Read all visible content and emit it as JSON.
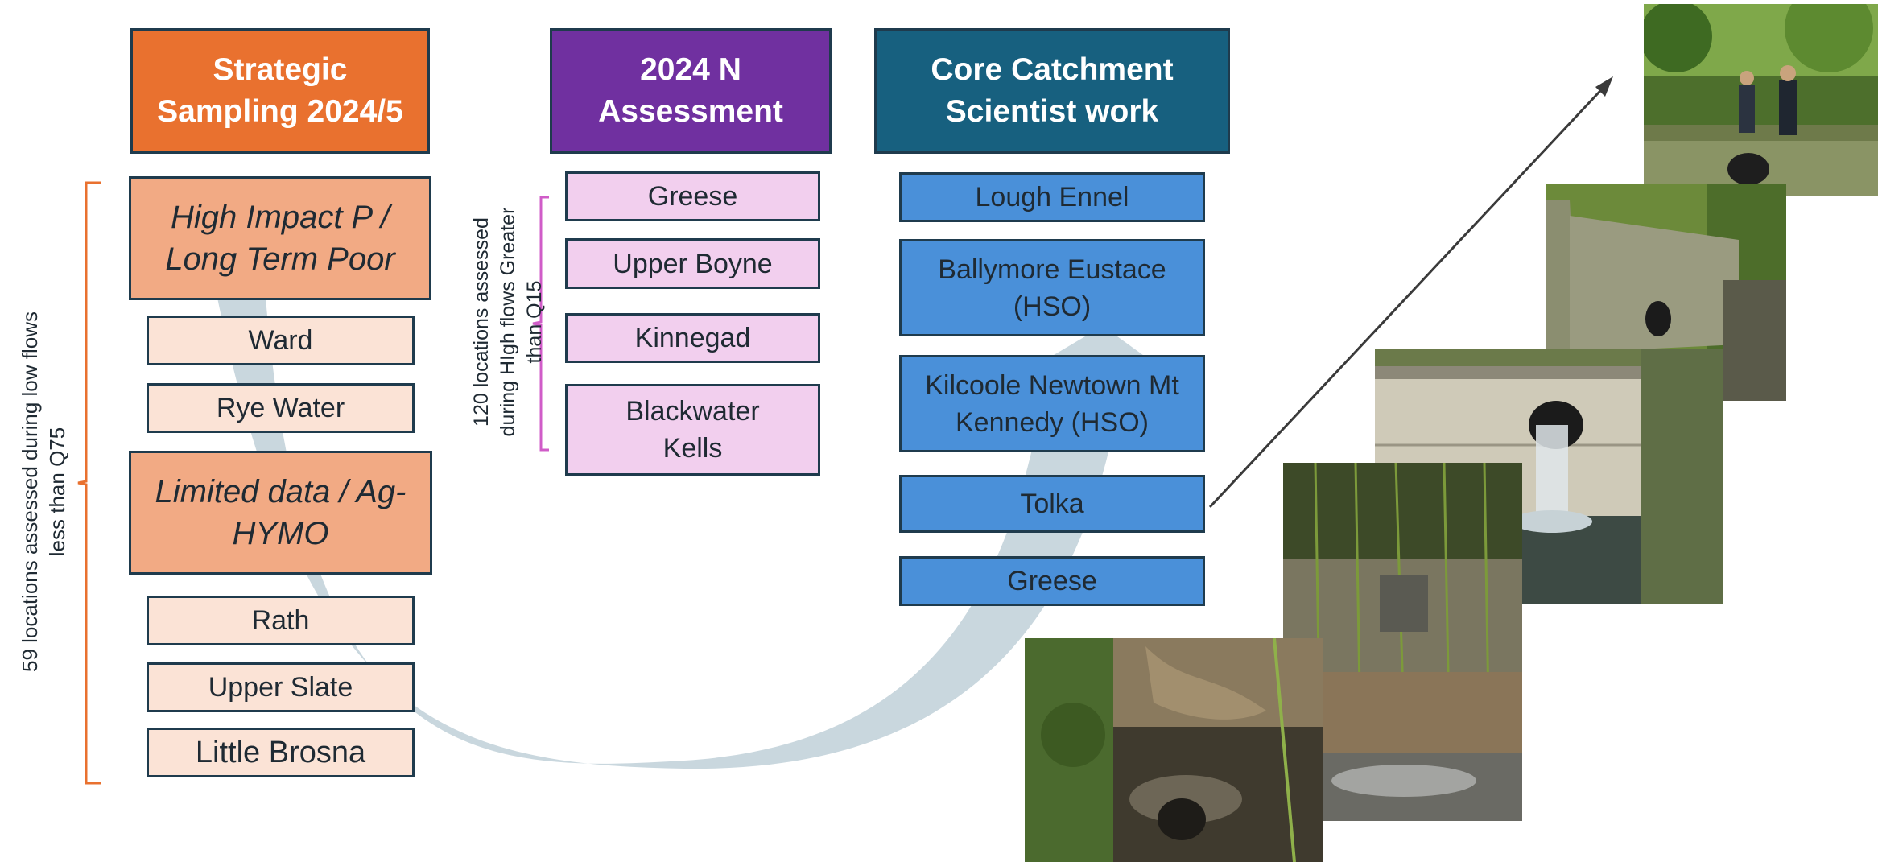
{
  "columns": [
    {
      "header": "Strategic\nSampling 2024/5",
      "header_color": "#e9712f",
      "bracket_label": "59 locations assessed during low flows\nless than Q75",
      "bracket_color": "#e9712f",
      "groups": [
        {
          "title": "High Impact P /\nLong Term Poor",
          "items": [
            "Ward",
            "Rye Water"
          ]
        },
        {
          "title": "Limited data / Ag-\nHYMO",
          "items": [
            "Rath",
            "Upper Slate",
            "Little Brosna"
          ]
        }
      ]
    },
    {
      "header": "2024 N\nAssessment",
      "header_color": "#7030a0",
      "bracket_label": "120  locations assessed\nduring HIgh flows Greater\nthan Q15",
      "bracket_color": "#d05cc8",
      "items": [
        "Greese",
        "Upper Boyne",
        "Kinnegad",
        "Blackwater\nKells"
      ]
    },
    {
      "header": "Core Catchment\nScientist work",
      "header_color": "#17607f",
      "items": [
        "Lough Ennel",
        "Ballymore Eustace\n(HSO)",
        "Kilcoole Newtown Mt\nKennedy (HSO)",
        "Tolka",
        "Greese"
      ]
    }
  ],
  "icons": {
    "flow_arrow": "curved-arrow-icon",
    "pointer_arrow": "pointer-arrow-icon"
  },
  "colors": {
    "box_border": "#1f3b4d",
    "large_box": "#f2aa84",
    "small_box": "#fbe3d6",
    "pink_box": "#f2cfee",
    "blue_box": "#4a90d9",
    "flow_arrow": "#b7c9d3"
  },
  "photos": [
    "site-photo-outfall-people",
    "site-photo-culvert-wall",
    "site-photo-weir-outfall",
    "site-photo-stream-roots",
    "site-photo-bank-pipe"
  ]
}
